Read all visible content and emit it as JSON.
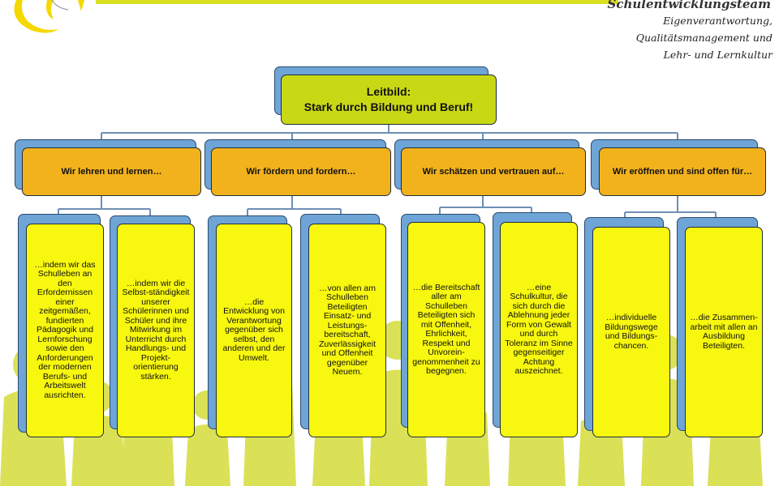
{
  "header": {
    "team_title": "Schulentwicklungsteam",
    "team_lines": [
      "Eigenverantwortung,",
      "Qualitätsmanagement und",
      "Lehr- und Lernkultur"
    ]
  },
  "colors": {
    "accent_bar": "#d9e021",
    "root_fill": "#c9d814",
    "category_fill": "#f2b21c",
    "leaf_fill": "#f7f70f",
    "shadow_fill": "#6ea5d6",
    "connector": "#6f8fb5",
    "silhouette": "#d4dc3a"
  },
  "diagram": {
    "root": {
      "line1": "Leitbild:",
      "line2": "Stark durch Bildung und Beruf!"
    },
    "categories": [
      {
        "label": "Wir lehren und lernen…",
        "children": [
          "…indem wir das Schulleben an den Erfordernissen einer zeitgemäßen, fundierten Pädagogik und Lernforschung sowie den Anforderungen der modernen Berufs- und Arbeitswelt ausrichten.",
          "…indem wir die Selbst-ständigkeit unserer Schülerinnen und Schüler und ihre Mitwirkung im Unterricht durch Handlungs- und Projekt-orientierung stärken."
        ]
      },
      {
        "label": "Wir fördern und fordern…",
        "children": [
          "…die Entwicklung von Verantwortung gegenüber sich selbst, den anderen und der Umwelt.",
          "…von allen am Schulleben Beteiligten Einsatz- und Leistungs-bereitschaft, Zuverlässigkeit und Offenheit gegenüber Neuem."
        ]
      },
      {
        "label": "Wir schätzen und vertrauen auf…",
        "children": [
          "…die Bereitschaft aller am Schulleben Beteiligten sich mit Offenheit, Ehrlichkeit, Respekt und Unvorein-genommenheit zu begegnen.",
          "…eine Schulkultur, die sich durch die Ablehnung jeder Form von Gewalt und durch Toleranz im Sinne gegenseitiger Achtung auszeichnet."
        ]
      },
      {
        "label": "Wir eröffnen und sind offen für…",
        "children": [
          "…individuelle Bildungswege und Bildungs-chancen.",
          "…die Zusammen-arbeit mit allen an Ausbildung Beteiligten."
        ]
      }
    ]
  }
}
